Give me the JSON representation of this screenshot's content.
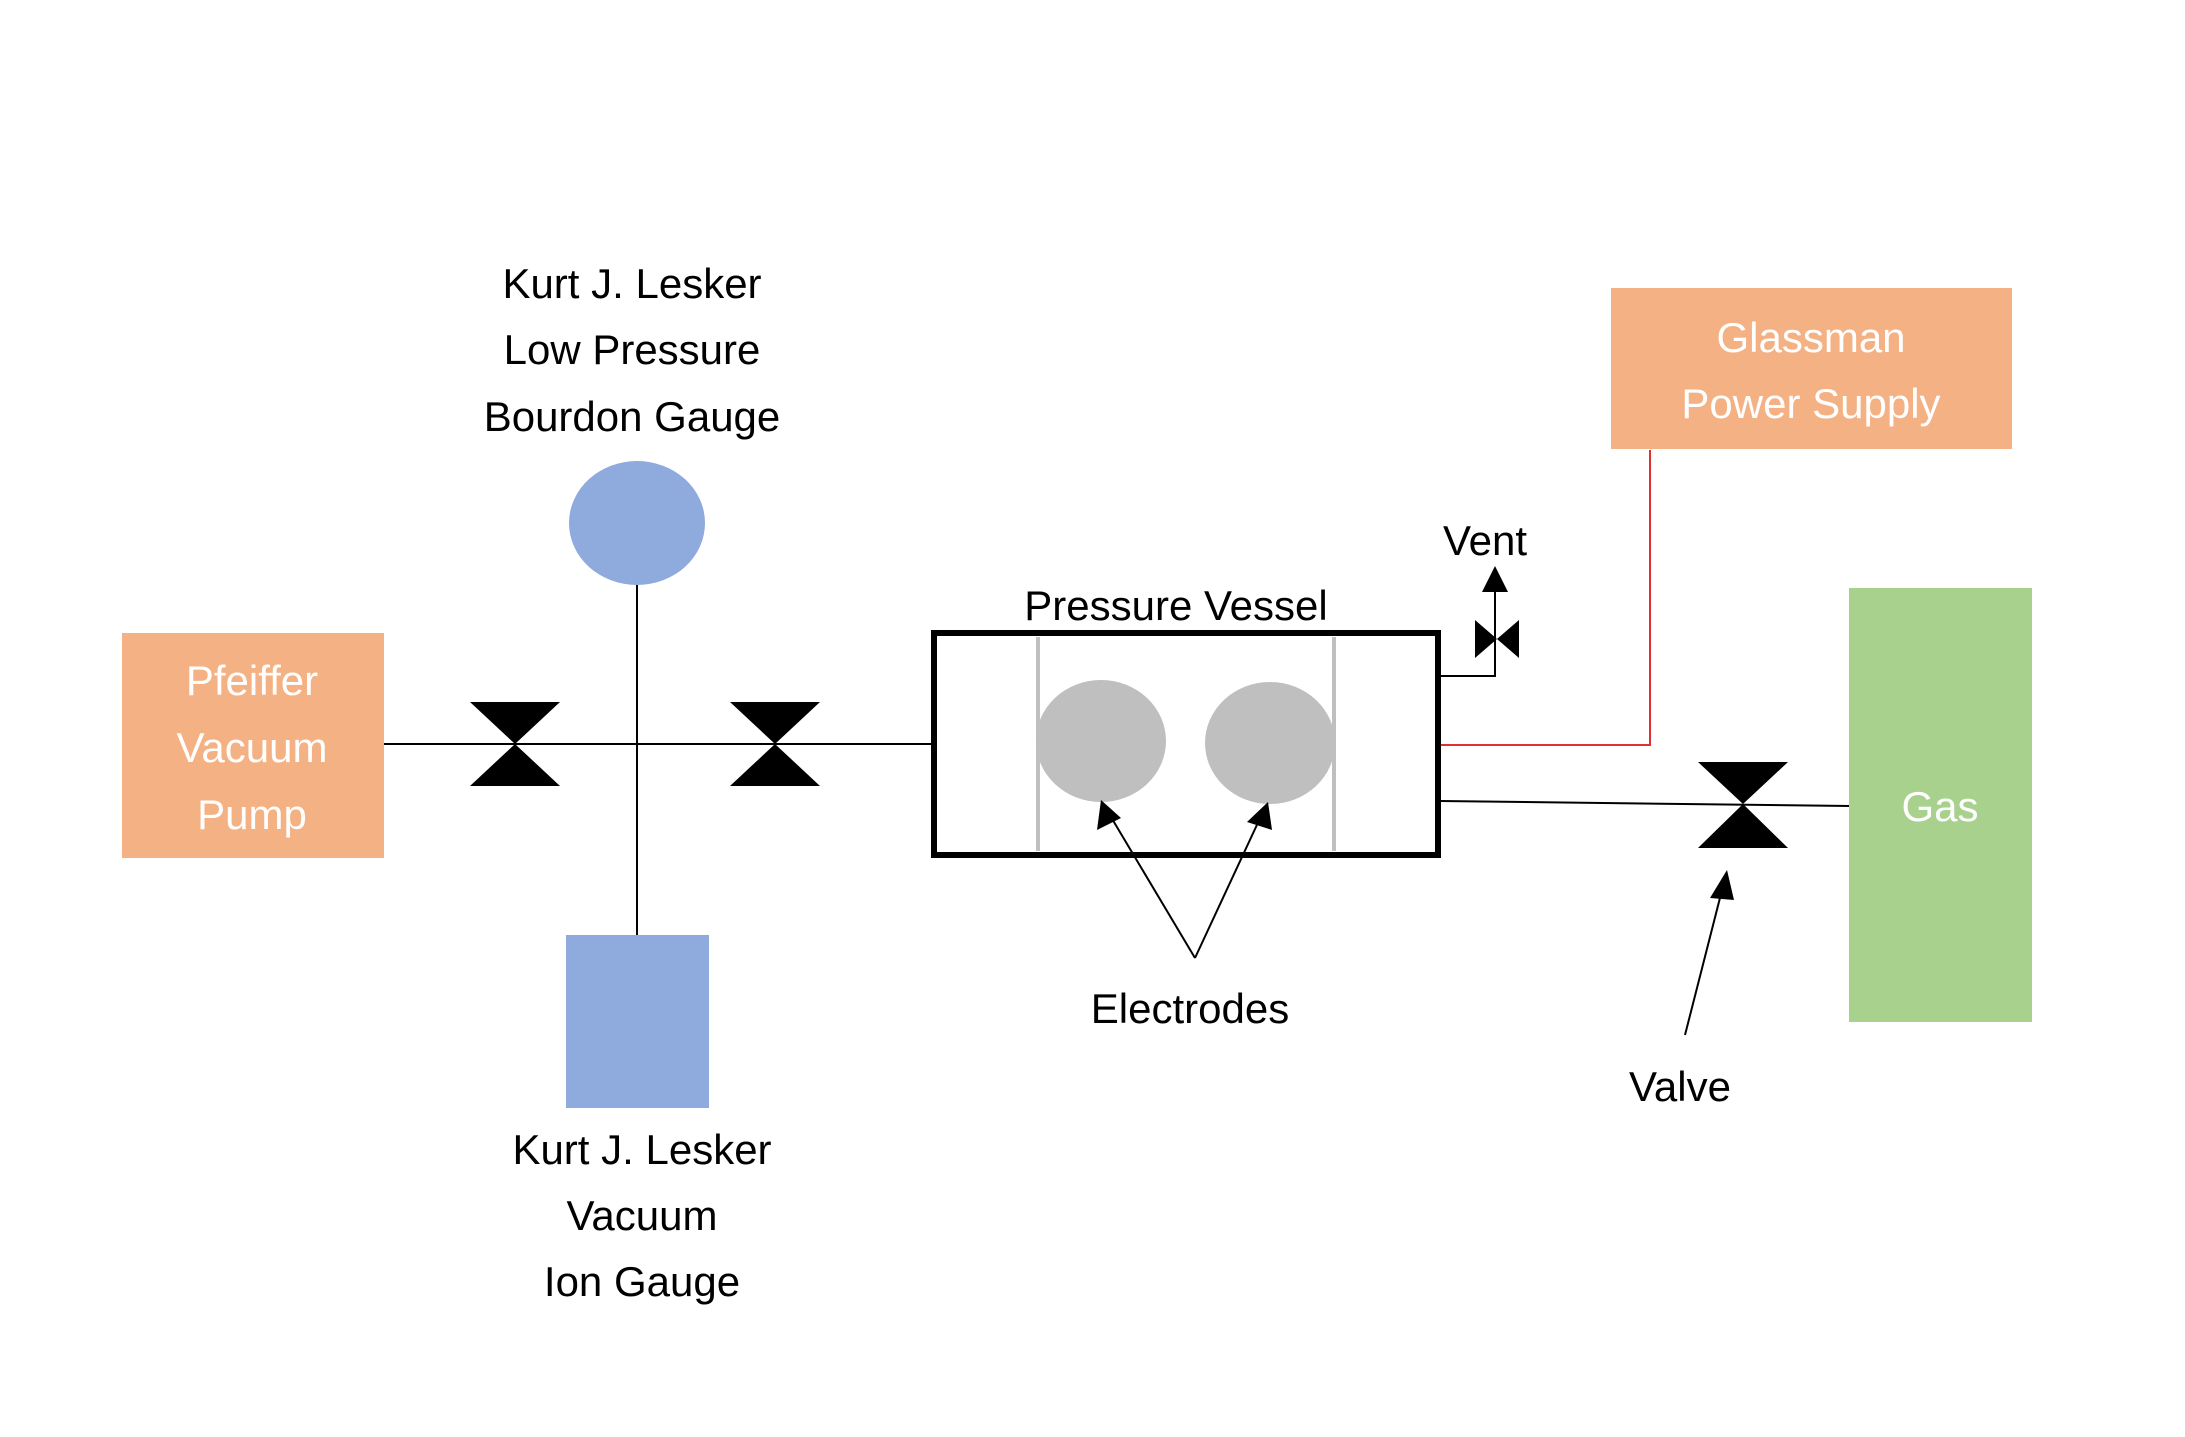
{
  "colors": {
    "orange": "#F4B183",
    "blue": "#8FAADC",
    "green": "#A9D18E",
    "electrode_gray": "#BFBFBF",
    "wire_red": "#E03030",
    "line": "#000000"
  },
  "components": {
    "pump": {
      "lines": [
        "Pfeiffer",
        "Vacuum",
        "Pump"
      ]
    },
    "bourdon_gauge": {
      "lines": [
        "Kurt J. Lesker",
        "Low Pressure",
        "Bourdon Gauge"
      ]
    },
    "ion_gauge": {
      "lines": [
        "Kurt J. Lesker",
        "Vacuum",
        "Ion Gauge"
      ]
    },
    "vessel": {
      "label": "Pressure Vessel"
    },
    "vent": {
      "label": "Vent"
    },
    "power_supply": {
      "lines": [
        "Glassman",
        "Power Supply"
      ]
    },
    "gas": {
      "label": "Gas"
    },
    "electrodes": {
      "label": "Electrodes"
    },
    "valve": {
      "label": "Valve"
    }
  }
}
